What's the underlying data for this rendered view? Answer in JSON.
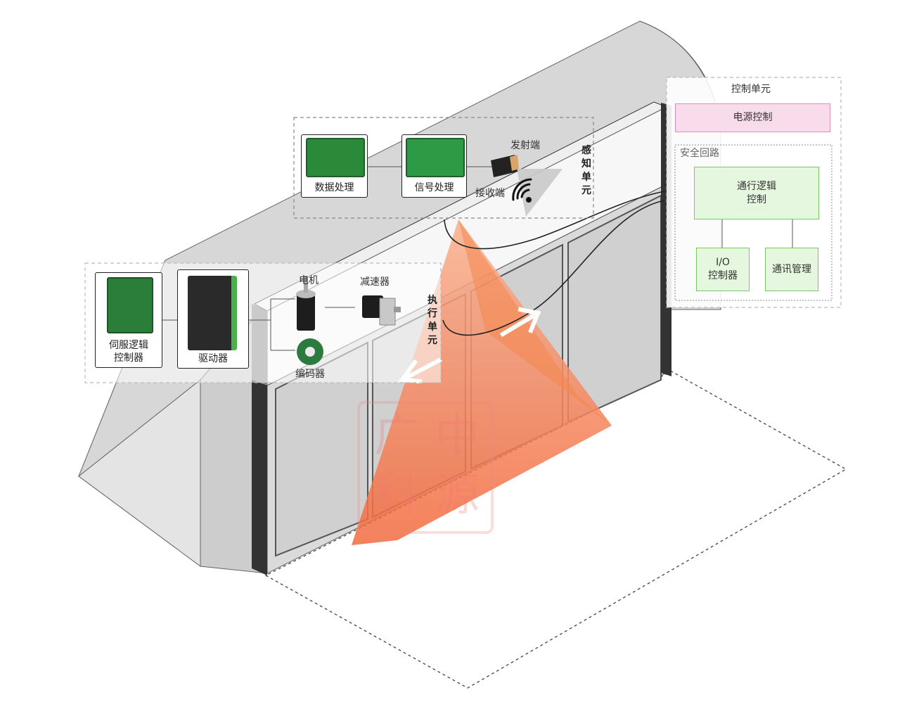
{
  "sensing": {
    "title": "感知单元",
    "data_processing": "数据处理",
    "signal_processing": "信号处理",
    "emitter": "发射端",
    "receiver": "接收端"
  },
  "actuator": {
    "title": "执行单元",
    "servo_controller_line1": "伺服逻辑",
    "servo_controller_line2": "控制器",
    "driver": "驱动器",
    "motor": "电机",
    "reducer": "减速器",
    "encoder": "编码器"
  },
  "control": {
    "title": "控制单元",
    "power_control": "电源控制",
    "safety_circuit": "安全回路",
    "pass_logic_line1": "通行逻辑",
    "pass_logic_line2": "控制",
    "io_line1": "I/O",
    "io_line2": "控制器",
    "comm_mgmt": "通讯管理"
  },
  "watermark": {
    "chars": [
      "广",
      "中",
      "科",
      "源"
    ]
  },
  "colors": {
    "beam": "#f26a3d",
    "power_box": "#f9dcec",
    "green_box": "#e6f7df",
    "housing": "#d9d9d9"
  },
  "icons": {
    "wireless": "wifi-signal-icon",
    "arrows": "door-motion-arrow-icon"
  }
}
